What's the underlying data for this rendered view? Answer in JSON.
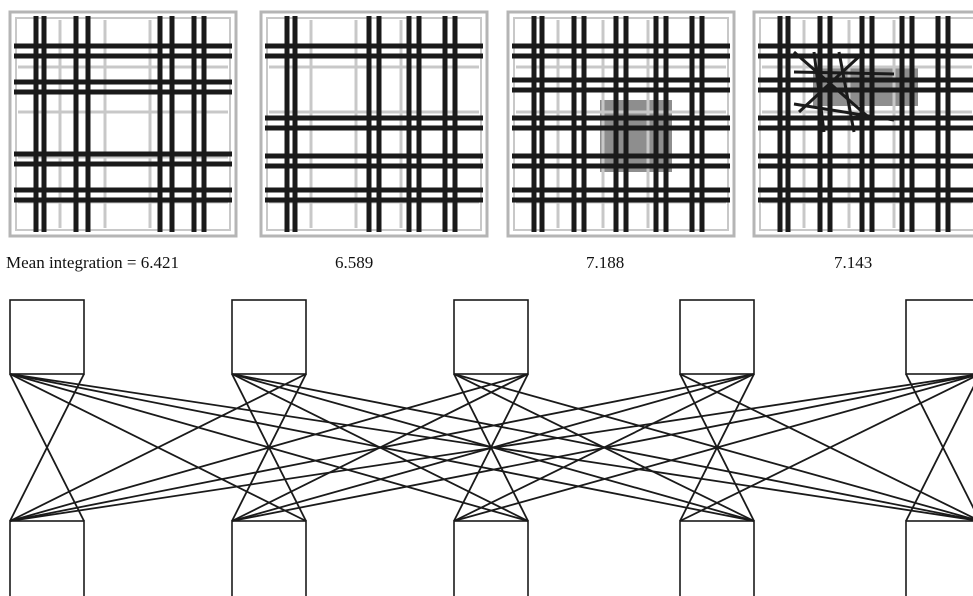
{
  "captions": {
    "grid_1": "Mean integration = 6.421",
    "grid_2": "6.589",
    "grid_3": "7.188",
    "grid_4": "7.143"
  },
  "grids": [
    {
      "caption_key": "grid_1",
      "filled_cells": []
    },
    {
      "caption_key": "grid_2",
      "filled_cells": []
    },
    {
      "caption_key": "grid_3",
      "filled_cells": [
        "c2-r2",
        "c2-r3",
        "c3-r2",
        "c3-r3"
      ]
    },
    {
      "caption_key": "grid_4",
      "filled_cells": [
        "c1-r1",
        "c2-r1",
        "c3-r1"
      ]
    }
  ],
  "bipartite": {
    "top_row_nodes": 5,
    "bottom_row_nodes": 5,
    "edges": "each top node connected to every bottom node"
  },
  "colors": {
    "line": "#1a1a1a",
    "faint_line": "#c8c8c8",
    "fill": "#8e8e8e",
    "frame": "#b5b5b5"
  }
}
